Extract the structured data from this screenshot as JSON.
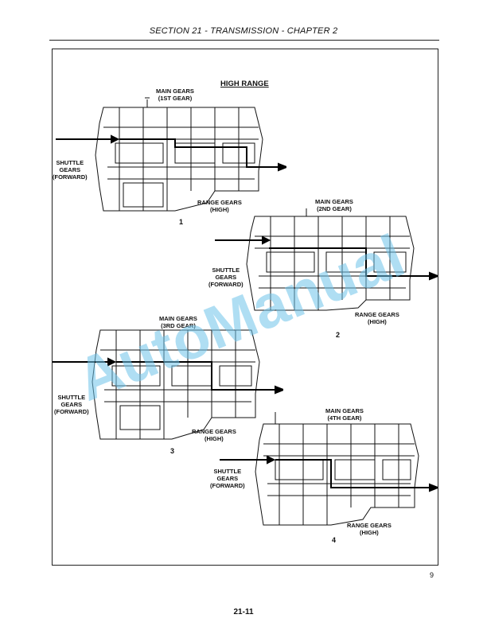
{
  "header": {
    "title": "SECTION 21 - TRANSMISSION - CHAPTER 2"
  },
  "figure": {
    "title": "HIGH RANGE",
    "number": "9",
    "panels": [
      {
        "num": "1",
        "main": [
          "MAIN GEARS",
          "(1ST GEAR)"
        ],
        "shuttle": [
          "SHUTTLE",
          "GEARS",
          "(FORWARD)"
        ],
        "range": [
          "RANGE GEARS",
          "(HIGH)"
        ]
      },
      {
        "num": "2",
        "main": [
          "MAIN GEARS",
          "(2ND GEAR)"
        ],
        "shuttle": [
          "SHUTTLE",
          "GEARS",
          "(FORWARD)"
        ],
        "range": [
          "RANGE GEARS",
          "(HIGH)"
        ]
      },
      {
        "num": "3",
        "main": [
          "MAIN GEARS",
          "(3RD GEAR)"
        ],
        "shuttle": [
          "SHUTTLE",
          "GEARS",
          "(FORWARD)"
        ],
        "range": [
          "RANGE GEARS",
          "(HIGH)"
        ]
      },
      {
        "num": "4",
        "main": [
          "MAIN GEARS",
          "(4TH GEAR)"
        ],
        "shuttle": [
          "SHUTTLE",
          "GEARS",
          "(FORWARD)"
        ],
        "range": [
          "RANGE GEARS",
          "(HIGH)"
        ]
      }
    ]
  },
  "watermark": {
    "text": "AutoManual",
    "color": "#6ec3ea"
  },
  "footer": {
    "page": "21-11"
  }
}
